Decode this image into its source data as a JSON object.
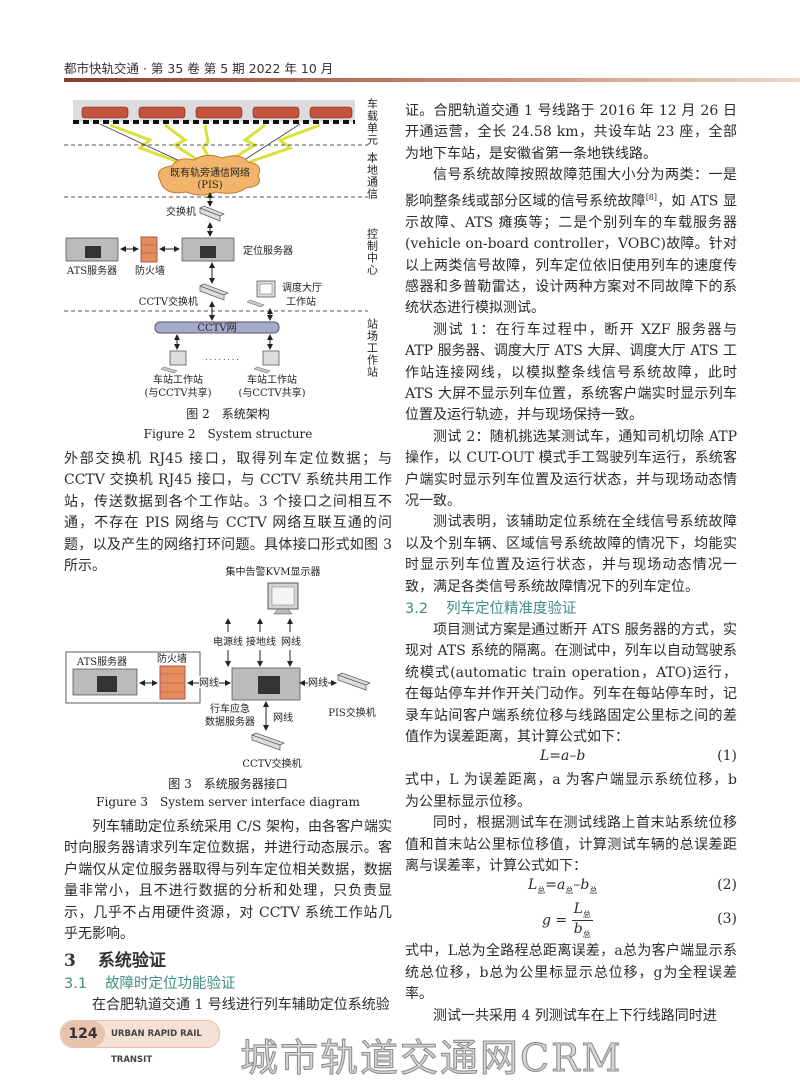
{
  "header": {
    "journal_line": "都市快轨交通 · 第 35 卷 第 5 期 2022 年 10 月"
  },
  "figure2": {
    "zones": [
      "车载单元",
      "本地通信",
      "控制中心",
      "站场工作站"
    ],
    "cloud_line1": "既有轨旁通信网络",
    "cloud_line2": "(PIS)",
    "switch": "交换机",
    "ats_server": "ATS服务器",
    "firewall": "防火墙",
    "positioning_server": "定位服务器",
    "cctv_switch": "CCTV交换机",
    "dispatch_ws_line1": "调度大厅",
    "dispatch_ws_line2": "工作站",
    "cctv_net": "CCTV网",
    "station_ws_line1": "车站工作站",
    "station_ws_line2": "(与CCTV共享)",
    "dots": "· · · · · · · ·",
    "caption_cn": "图 2　系统架构",
    "caption_en": "Figure 2　System structure"
  },
  "figure3": {
    "kvm": "集中告警KVM显示器",
    "power": "电源线",
    "ground": "接地线",
    "net": "网线",
    "ats_server": "ATS服务器",
    "firewall": "防火墙",
    "server_line1": "行车应急",
    "server_line2": "数据服务器",
    "pis_switch": "PIS交换机",
    "cctv_switch": "CCTV交换机",
    "caption_cn": "图 3　系统服务器接口",
    "caption_en": "Figure 3　System server interface diagram"
  },
  "left": {
    "p1": "外部交换机 RJ45 接口，取得列车定位数据；与 CCTV 交换机 RJ45 接口，与 CCTV 系统共用工作站，传送数据到各个工作站。3 个接口之间相互不通，不存在 PIS 网络与 CCTV 网络互联互通的问题，以及产生的网络打环问题。具体接口形式如图 3 所示。",
    "p2": "列车辅助定位系统采用 C/S 架构，由各客户端实时向服务器请求列车定位数据，并进行动态展示。客户端仅从定位服务器取得与列车定位相关数据，数据量非常小，且不进行数据的分析和处理，只负责显示，几乎不占用硬件资源，对 CCTV 系统工作站几乎无影响。",
    "sec3_num": "3",
    "sec3_title": "系统验证",
    "sec31_num": "3.1",
    "sec31_title": "故障时定位功能验证",
    "p3": "在合肥轨道交通 1 号线进行列车辅助定位系统验"
  },
  "right": {
    "p1": "证。合肥轨道交通 1 号线路于 2016 年 12 月 26 日开通运营，全长 24.58 km，共设车站 23 座，全部为地下车站，是安徽省第一条地铁线路。",
    "p2a": "信号系统故障按照故障范围大小分为两类：一是影响整条线或部分区域的信号系统故障",
    "p2ref": "[8]",
    "p2b": "，如 ATS 显示故障、ATS 瘫痪等；二是个别列车的车载服务器(vehicle on-board controller，VOBC)故障。针对以上两类信号故障，列车定位依旧使用列车的速度传感器和多普勒雷达，设计两种方案对不同故障下的系统状态进行模拟测试。",
    "p3": "测试 1：在行车过程中，断开 XZF 服务器与 ATP 服务器、调度大厅 ATS 大屏、调度大厅 ATS 工作站连接网线，以模拟整条线信号系统故障，此时 ATS 大屏不显示列车位置，系统客户端实时显示列车位置及运行轨迹，并与现场保持一致。",
    "p4": "测试 2：随机挑选某测试车，通知司机切除 ATP 操作，以 CUT-OUT 模式手工驾驶列车运行，系统客户端实时显示列车位置及运行状态，并与现场动态情况一致。",
    "p5": "测试表明，该辅助定位系统在全线信号系统故障以及个别车辆、区域信号系统故障的情况下，均能实时显示列车位置及运行状态，并与现场动态情况一致，满足各类信号系统故障情况下的列车定位。",
    "sec32_num": "3.2",
    "sec32_title": "列车定位精准度验证",
    "p6": "项目测试方案是通过断开 ATS 服务器的方式，实现对 ATS 系统的隔离。在测试中，列车以自动驾驶系统模式(automatic train operation，ATO)运行，在每站停车并作开关门动作。列车在每站停车时，记录车站间客户端系统位移与线路固定公里标之间的差值作为误差距离，其计算公式如下：",
    "eq1": "L=a–b",
    "eq1_no": "(1)",
    "p7": "式中，L 为误差距离，a 为客户端显示系统位移，b 为公里标显示位移。",
    "p8": "同时，根据测试车在测试线路上首末站系统位移值和首末站公里标位移值，计算测试车辆的总误差距离与误差率，计算公式如下：",
    "eq2_L": "L",
    "eq2_a": "=a",
    "eq2_b": "–b",
    "sub_total": "总",
    "eq2_no": "(2)",
    "eq3_g": "g =",
    "eq3_num": "L",
    "eq3_den": "b",
    "eq3_no": "(3)",
    "p9": "式中，L总为全路程总距离误差，a总为客户端显示系统总位移，b总为公里标显示总位移，g为全程误差率。",
    "p10": "测试一共采用 4 列测试车在上下行线路同时进"
  },
  "footer": {
    "page": "124",
    "journal_en": "URBAN RAPID RAIL TRANSIT"
  },
  "watermark": "城市轨道交通网CRM"
}
